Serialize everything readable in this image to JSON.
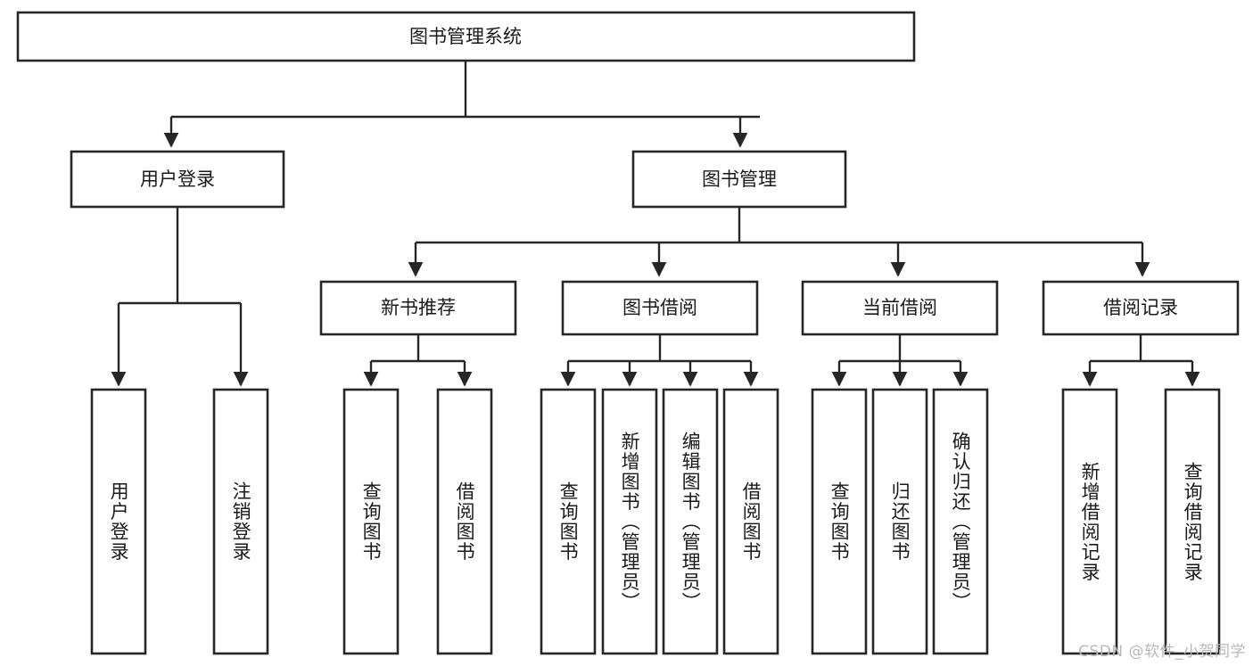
{
  "diagram": {
    "type": "hierarchy-tree",
    "title": "图书管理系统",
    "root": {
      "label": "图书管理系统",
      "children": [
        {
          "label": "用户登录",
          "children": [
            {
              "label": "用户登录"
            },
            {
              "label": "注销登录"
            }
          ]
        },
        {
          "label": "图书管理",
          "children": [
            {
              "label": "新书推荐",
              "children": [
                {
                  "label": "查询图书"
                },
                {
                  "label": "借阅图书"
                }
              ]
            },
            {
              "label": "图书借阅",
              "children": [
                {
                  "label": "查询图书"
                },
                {
                  "label": "新增图书（管理员）"
                },
                {
                  "label": "编辑图书（管理员）"
                },
                {
                  "label": "借阅图书"
                }
              ]
            },
            {
              "label": "当前借阅",
              "children": [
                {
                  "label": "查询图书"
                },
                {
                  "label": "归还图书"
                },
                {
                  "label": "确认归还（管理员）"
                }
              ]
            },
            {
              "label": "借阅记录",
              "children": [
                {
                  "label": "新增借阅记录"
                },
                {
                  "label": "查询借阅记录"
                }
              ]
            }
          ]
        }
      ]
    }
  },
  "nodes": {
    "root": "图书管理系统",
    "l1": [
      "用户登录",
      "图书管理"
    ],
    "l2": [
      "新书推荐",
      "图书借阅",
      "当前借阅",
      "借阅记录"
    ],
    "leaves": [
      "用户登录",
      "注销登录",
      "查询图书",
      "借阅图书",
      "查询图书",
      "新增图书（管理员）",
      "编辑图书（管理员）",
      "借阅图书",
      "查询图书",
      "归还图书",
      "确认归还（管理员）",
      "新增借阅记录",
      "查询借阅记录"
    ]
  },
  "watermark": {
    "text": "CSDN @软件_小贺同学"
  },
  "colors": {
    "background": "#ffffff",
    "box_stroke": "#262626",
    "box_fill": "#ffffff",
    "text": "#1a1a1a",
    "watermark": "#b8b8b8"
  }
}
